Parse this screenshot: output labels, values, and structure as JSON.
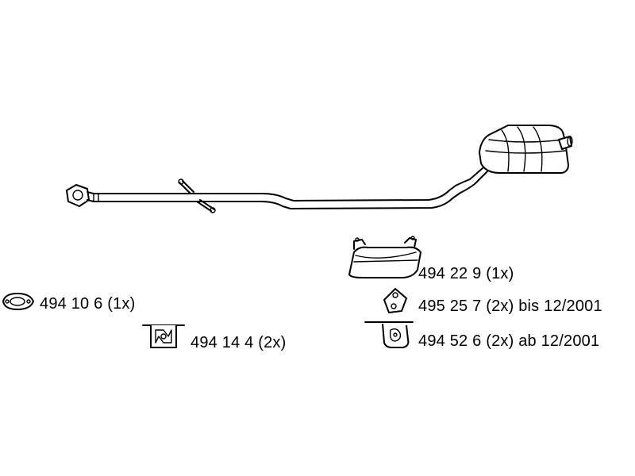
{
  "parts": {
    "gasket": {
      "label": "494 10 6 (1x)"
    },
    "hanger_block": {
      "label": "494 14 4 (2x)"
    },
    "clamp_bracket": {
      "label": "494 22 9 (1x)"
    },
    "rubber_mount_old": {
      "label": "495 25 7 (2x) bis 12/2001"
    },
    "rubber_mount_new": {
      "label": "494 52 6 (2x) ab 12/2001"
    }
  },
  "colors": {
    "line": "#000000",
    "background": "#ffffff"
  }
}
